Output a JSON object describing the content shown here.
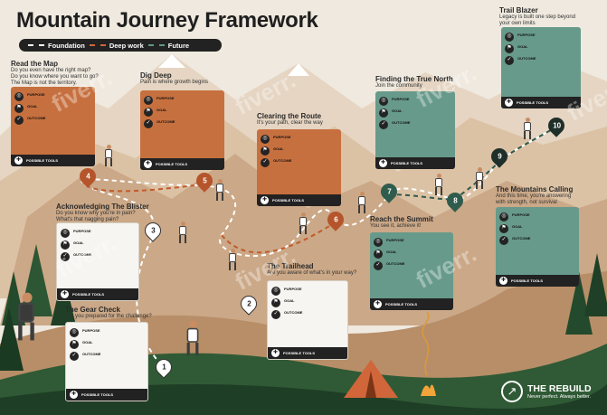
{
  "title": "Mountain Journey Framework",
  "legend": [
    {
      "label": "Foundation",
      "color": "#ffffff"
    },
    {
      "label": "Deep work",
      "color": "#d0663a"
    },
    {
      "label": "Future",
      "color": "#5f9a87"
    }
  ],
  "stages": [
    {
      "id": "read-the-map",
      "title": "Read the Map",
      "sub": [
        "Do you even have the right map?",
        "Do you know where you want to go?",
        "The Map is not the territory."
      ]
    },
    {
      "id": "dig-deep",
      "title": "Dig Deep",
      "sub": [
        "Pain is where growth begins"
      ]
    },
    {
      "id": "clearing-the-route",
      "title": "Clearing the Route",
      "sub": [
        "It's your path, clear the way"
      ]
    },
    {
      "id": "finding-the-true-north",
      "title": "Finding the True North",
      "sub": [
        "Join the community"
      ]
    },
    {
      "id": "trail-blazer",
      "title": "Trail Blazer",
      "sub": [
        "Legacy is built one step beyond",
        "your own limits"
      ]
    },
    {
      "id": "acknowledging-the-blister",
      "title": "Acknowledging The Blister",
      "sub": [
        "Do you know why you're in pain?",
        "What's that nagging pain?"
      ]
    },
    {
      "id": "reach-the-summit",
      "title": "Reach the Summit",
      "sub": [
        "You see it, achieve it!"
      ]
    },
    {
      "id": "the-mountains-calling",
      "title": "The Mountains Calling",
      "sub": [
        "And this time, you're answering",
        "with strength, not survival"
      ]
    },
    {
      "id": "the-trailhead",
      "title": "The Trailhead",
      "sub": [
        "Are you aware of what's in your way?"
      ]
    },
    {
      "id": "the-gear-check",
      "title": "The Gear Check",
      "sub": [
        "Are you prepared for the challenge?"
      ]
    }
  ],
  "card_labels": {
    "purpose": "PURPOSE",
    "goal": "GOAL",
    "outcome": "OUTCOME",
    "tools": "POSSIBLE TOOLS"
  },
  "markers": [
    "1",
    "2",
    "3",
    "4",
    "5",
    "6",
    "7",
    "8",
    "9",
    "10"
  ],
  "watermark": "fiverr.",
  "brand": {
    "name": "THE REBUILD",
    "tagline": "Never perfect. Always better."
  },
  "icons": [
    "target-icon",
    "flag-icon",
    "check-icon",
    "tools-icon",
    "arrow-up-icon",
    "tent-icon",
    "campfire-icon"
  ]
}
